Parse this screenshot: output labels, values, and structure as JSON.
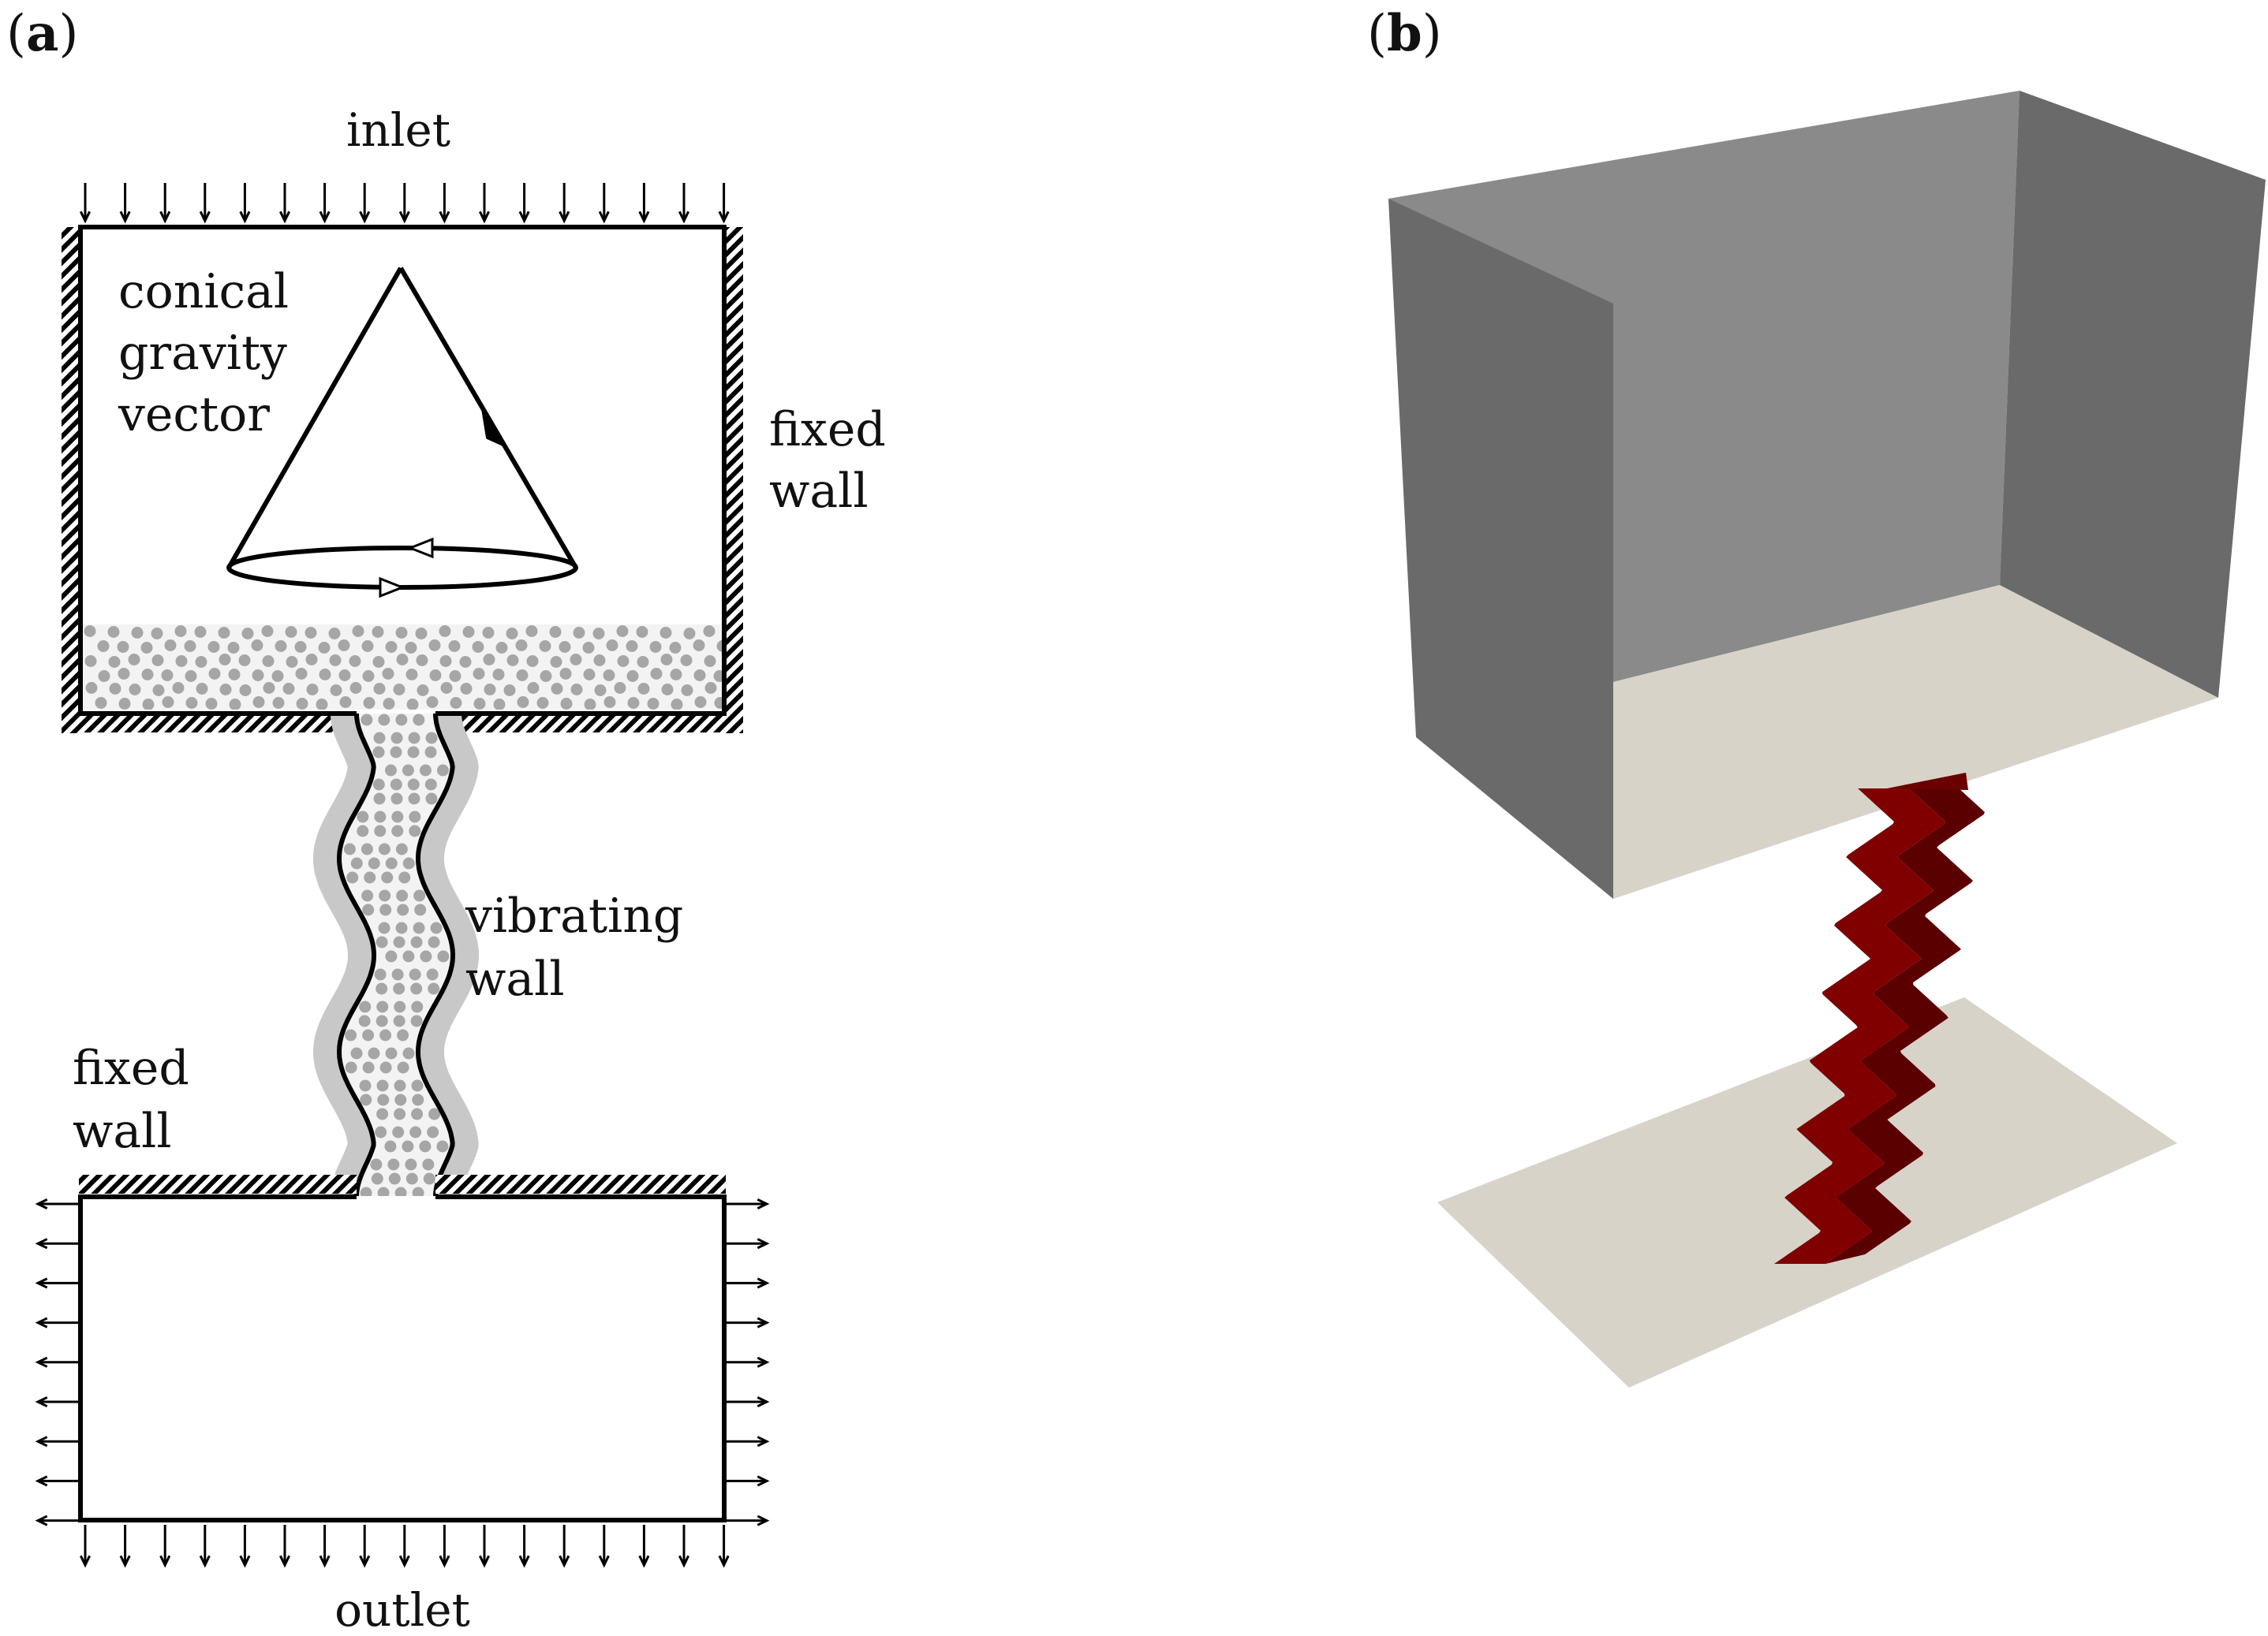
{
  "panels": {
    "a": {
      "label_open": "(",
      "label_letter": "a",
      "label_close": ")"
    },
    "b": {
      "label_open": "(",
      "label_letter": "b",
      "label_close": ")"
    }
  },
  "labels": {
    "inlet": "inlet",
    "outlet": "outlet",
    "conical": "conical",
    "gravity": "gravity",
    "vector": "vector",
    "fixed_right_1": "fixed",
    "fixed_right_2": "wall",
    "vibrating_1": "vibrating",
    "vibrating_2": "wall",
    "fixed_left_1": "fixed",
    "fixed_left_2": "wall"
  },
  "colors": {
    "line": "#000000",
    "particle": "#a6a6a6",
    "wall_halo": "#c8c8c8",
    "box_back": "#8a8a8a",
    "box_side": "#6a6a6a",
    "floor": "#d8d3c9",
    "channel_front": "#800000",
    "channel_side": "#5a0000"
  }
}
